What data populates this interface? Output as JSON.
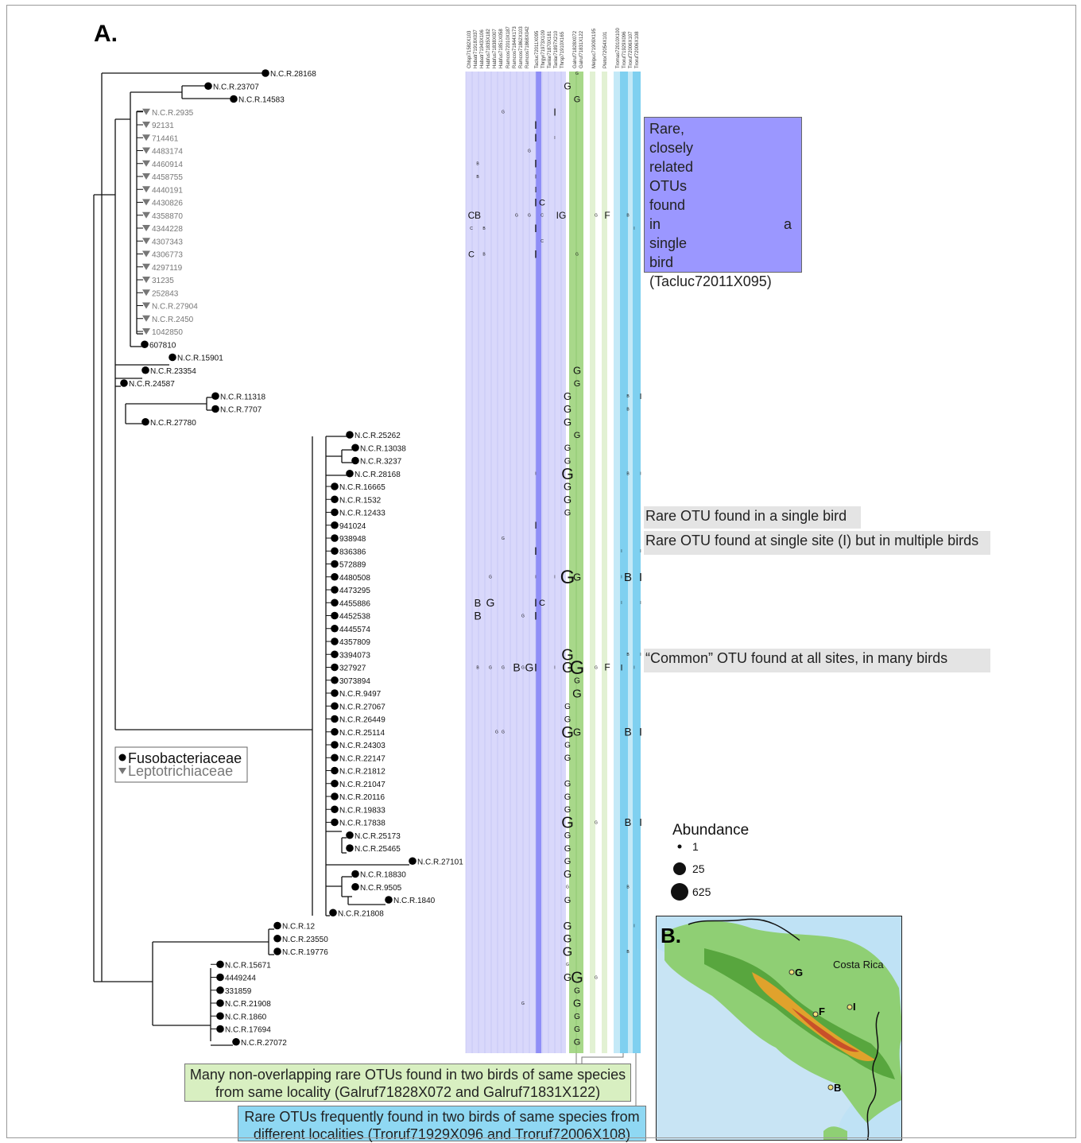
{
  "panel_a_label": "A.",
  "panel_b_label": "B.",
  "column_labels": [
    "Chlspi71582X103",
    "Habatr71918X037",
    "Habatr71943X106",
    "Habfus71835X182",
    "Habfus71838X007",
    "Habfus71851X058",
    "Ramcos72010X187",
    "Ramcos71844X173",
    "Ramcos71862X103",
    "Ramcos71868X042",
    "Tacluc72011X095",
    "Thrgyr71973X109",
    "Tanlar71870X181",
    "Tanlar71897X210",
    "Thrsp71910X165",
    "Galruf71828X072",
    "Galruf71831X122",
    "Melpuc71909X195",
    "Pletor72054X101",
    "Tromas72010X100",
    "Troruf71929X096",
    "Troruf72006X107",
    "Troruf72006X108"
  ],
  "tree_taxa": [
    {
      "label": "N.C.R.28168",
      "family": "Fuso"
    },
    {
      "label": "N.C.R.23707",
      "family": "Fuso"
    },
    {
      "label": "N.C.R.14583",
      "family": "Fuso"
    },
    {
      "label": "N.C.R.2935",
      "family": "Lepto"
    },
    {
      "label": "92131",
      "family": "Lepto"
    },
    {
      "label": "714461",
      "family": "Lepto"
    },
    {
      "label": "4483174",
      "family": "Lepto"
    },
    {
      "label": "4460914",
      "family": "Lepto"
    },
    {
      "label": "4458755",
      "family": "Lepto"
    },
    {
      "label": "4440191",
      "family": "Lepto"
    },
    {
      "label": "4430826",
      "family": "Lepto"
    },
    {
      "label": "4358870",
      "family": "Lepto"
    },
    {
      "label": "4344228",
      "family": "Lepto"
    },
    {
      "label": "4307343",
      "family": "Lepto"
    },
    {
      "label": "4306773",
      "family": "Lepto"
    },
    {
      "label": "4297119",
      "family": "Lepto"
    },
    {
      "label": "31235",
      "family": "Lepto"
    },
    {
      "label": "252843",
      "family": "Lepto"
    },
    {
      "label": "N.C.R.27904",
      "family": "Lepto"
    },
    {
      "label": "N.C.R.2450",
      "family": "Lepto"
    },
    {
      "label": "1042850",
      "family": "Lepto"
    },
    {
      "label": "607810",
      "family": "Fuso"
    },
    {
      "label": "N.C.R.15901",
      "family": "Fuso"
    },
    {
      "label": "N.C.R.23354",
      "family": "Fuso"
    },
    {
      "label": "N.C.R.24587",
      "family": "Fuso"
    },
    {
      "label": "N.C.R.11318",
      "family": "Fuso"
    },
    {
      "label": "N.C.R.7707",
      "family": "Fuso"
    },
    {
      "label": "N.C.R.27780",
      "family": "Fuso"
    },
    {
      "label": "N.C.R.25262",
      "family": "Fuso"
    },
    {
      "label": "N.C.R.13038",
      "family": "Fuso"
    },
    {
      "label": "N.C.R.3237",
      "family": "Fuso"
    },
    {
      "label": "N.C.R.28168",
      "family": "Fuso"
    },
    {
      "label": "N.C.R.16665",
      "family": "Fuso"
    },
    {
      "label": "N.C.R.1532",
      "family": "Fuso"
    },
    {
      "label": "N.C.R.12433",
      "family": "Fuso"
    },
    {
      "label": "941024",
      "family": "Fuso"
    },
    {
      "label": "938948",
      "family": "Fuso"
    },
    {
      "label": "836386",
      "family": "Fuso"
    },
    {
      "label": "572889",
      "family": "Fuso"
    },
    {
      "label": "4480508",
      "family": "Fuso"
    },
    {
      "label": "4473295",
      "family": "Fuso"
    },
    {
      "label": "4455886",
      "family": "Fuso"
    },
    {
      "label": "4452538",
      "family": "Fuso"
    },
    {
      "label": "4445574",
      "family": "Fuso"
    },
    {
      "label": "4357809",
      "family": "Fuso"
    },
    {
      "label": "3394073",
      "family": "Fuso"
    },
    {
      "label": "327927",
      "family": "Fuso"
    },
    {
      "label": "3073894",
      "family": "Fuso"
    },
    {
      "label": "N.C.R.9497",
      "family": "Fuso"
    },
    {
      "label": "N.C.R.27067",
      "family": "Fuso"
    },
    {
      "label": "N.C.R.26449",
      "family": "Fuso"
    },
    {
      "label": "N.C.R.25114",
      "family": "Fuso"
    },
    {
      "label": "N.C.R.24303",
      "family": "Fuso"
    },
    {
      "label": "N.C.R.22147",
      "family": "Fuso"
    },
    {
      "label": "N.C.R.21812",
      "family": "Fuso"
    },
    {
      "label": "N.C.R.21047",
      "family": "Fuso"
    },
    {
      "label": "N.C.R.20116",
      "family": "Fuso"
    },
    {
      "label": "N.C.R.19833",
      "family": "Fuso"
    },
    {
      "label": "N.C.R.17838",
      "family": "Fuso"
    },
    {
      "label": "N.C.R.25173",
      "family": "Fuso"
    },
    {
      "label": "N.C.R.25465",
      "family": "Fuso"
    },
    {
      "label": "N.C.R.27101",
      "family": "Fuso"
    },
    {
      "label": "N.C.R.18830",
      "family": "Fuso"
    },
    {
      "label": "N.C.R.9505",
      "family": "Fuso"
    },
    {
      "label": "N.C.R.1840",
      "family": "Fuso"
    },
    {
      "label": "N.C.R.21808",
      "family": "Fuso"
    },
    {
      "label": "N.C.R.12",
      "family": "Fuso"
    },
    {
      "label": "N.C.R.23550",
      "family": "Fuso"
    },
    {
      "label": "N.C.R.19776",
      "family": "Fuso"
    },
    {
      "label": "N.C.R.15671",
      "family": "Fuso"
    },
    {
      "label": "4449244",
      "family": "Fuso"
    },
    {
      "label": "331859",
      "family": "Fuso"
    },
    {
      "label": "N.C.R.21908",
      "family": "Fuso"
    },
    {
      "label": "N.C.R.1860",
      "family": "Fuso"
    },
    {
      "label": "N.C.R.17694",
      "family": "Fuso"
    },
    {
      "label": "N.C.R.27072",
      "family": "Fuso"
    }
  ],
  "matrix_marks": [
    {
      "row": 0,
      "col": 16,
      "ch": "G",
      "s": 5
    },
    {
      "row": 1,
      "col": 15,
      "ch": "G",
      "s": 12
    },
    {
      "row": 2,
      "col": 16,
      "ch": "G",
      "s": 11
    },
    {
      "row": 3,
      "col": 5,
      "ch": "G",
      "s": 5
    },
    {
      "row": 3,
      "col": 13,
      "ch": "I",
      "s": 13
    },
    {
      "row": 4,
      "col": 10,
      "ch": "I",
      "s": 14
    },
    {
      "row": 5,
      "col": 10,
      "ch": "I",
      "s": 14
    },
    {
      "row": 5,
      "col": 13,
      "ch": "I",
      "s": 5
    },
    {
      "row": 6,
      "col": 9,
      "ch": "G",
      "s": 5
    },
    {
      "row": 7,
      "col": 1,
      "ch": "B",
      "s": 5
    },
    {
      "row": 7,
      "col": 10,
      "ch": "I",
      "s": 14
    },
    {
      "row": 8,
      "col": 1,
      "ch": "B",
      "s": 5
    },
    {
      "row": 8,
      "col": 10,
      "ch": "I",
      "s": 7
    },
    {
      "row": 9,
      "col": 10,
      "ch": "I",
      "s": 10
    },
    {
      "row": 10,
      "col": 10,
      "ch": "I",
      "s": 14
    },
    {
      "row": 10,
      "col": 11,
      "ch": "C",
      "s": 11
    },
    {
      "row": 11,
      "col": 0,
      "ch": "C",
      "s": 12
    },
    {
      "row": 11,
      "col": 1,
      "ch": "B",
      "s": 12
    },
    {
      "row": 11,
      "col": 7,
      "ch": "G",
      "s": 5
    },
    {
      "row": 11,
      "col": 9,
      "ch": "G",
      "s": 5
    },
    {
      "row": 11,
      "col": 11,
      "ch": "C",
      "s": 5
    },
    {
      "row": 11,
      "col": 14,
      "ch": "IG",
      "s": 12
    },
    {
      "row": 11,
      "col": 18,
      "ch": "G",
      "s": 5
    },
    {
      "row": 11,
      "col": 19,
      "ch": "F",
      "s": 12
    },
    {
      "row": 11,
      "col": 21,
      "ch": "B",
      "s": 5
    },
    {
      "row": 12,
      "col": 0,
      "ch": "C",
      "s": 5
    },
    {
      "row": 12,
      "col": 2,
      "ch": "B",
      "s": 5
    },
    {
      "row": 12,
      "col": 10,
      "ch": "I",
      "s": 14
    },
    {
      "row": 12,
      "col": 22,
      "ch": "I",
      "s": 5
    },
    {
      "row": 13,
      "col": 11,
      "ch": "C",
      "s": 5
    },
    {
      "row": 14,
      "col": 0,
      "ch": "C",
      "s": 11
    },
    {
      "row": 14,
      "col": 2,
      "ch": "B",
      "s": 5
    },
    {
      "row": 14,
      "col": 10,
      "ch": "I",
      "s": 14
    },
    {
      "row": 14,
      "col": 16,
      "ch": "G",
      "s": 5
    },
    {
      "row": 23,
      "col": 16,
      "ch": "G",
      "s": 13
    },
    {
      "row": 24,
      "col": 16,
      "ch": "G",
      "s": 11
    },
    {
      "row": 25,
      "col": 15,
      "ch": "G",
      "s": 13
    },
    {
      "row": 25,
      "col": 21,
      "ch": "B",
      "s": 5
    },
    {
      "row": 25,
      "col": 23,
      "ch": "I",
      "s": 10
    },
    {
      "row": 26,
      "col": 15,
      "ch": "G",
      "s": 13
    },
    {
      "row": 26,
      "col": 21,
      "ch": "B",
      "s": 5
    },
    {
      "row": 27,
      "col": 15,
      "ch": "G",
      "s": 13
    },
    {
      "row": 28,
      "col": 16,
      "ch": "G",
      "s": 11
    },
    {
      "row": 29,
      "col": 15,
      "ch": "G",
      "s": 11
    },
    {
      "row": 30,
      "col": 15,
      "ch": "G",
      "s": 11
    },
    {
      "row": 31,
      "col": 15,
      "ch": "G",
      "s": 20
    },
    {
      "row": 31,
      "col": 10,
      "ch": "I",
      "s": 5
    },
    {
      "row": 31,
      "col": 21,
      "ch": "B",
      "s": 5
    },
    {
      "row": 31,
      "col": 23,
      "ch": "I",
      "s": 5
    },
    {
      "row": 32,
      "col": 15,
      "ch": "G",
      "s": 13
    },
    {
      "row": 33,
      "col": 15,
      "ch": "G",
      "s": 13
    },
    {
      "row": 34,
      "col": 15,
      "ch": "G",
      "s": 11
    },
    {
      "row": 35,
      "col": 10,
      "ch": "I",
      "s": 12
    },
    {
      "row": 36,
      "col": 5,
      "ch": "G",
      "s": 5
    },
    {
      "row": 37,
      "col": 10,
      "ch": "I",
      "s": 14
    },
    {
      "row": 37,
      "col": 20,
      "ch": "I",
      "s": 5
    },
    {
      "row": 37,
      "col": 23,
      "ch": "I",
      "s": 5
    },
    {
      "row": 39,
      "col": 3,
      "ch": "G",
      "s": 5
    },
    {
      "row": 39,
      "col": 10,
      "ch": "I",
      "s": 5
    },
    {
      "row": 39,
      "col": 13,
      "ch": "I",
      "s": 5
    },
    {
      "row": 39,
      "col": 15,
      "ch": "G",
      "s": 24
    },
    {
      "row": 39,
      "col": 16,
      "ch": "G",
      "s": 13
    },
    {
      "row": 39,
      "col": 20,
      "ch": "I",
      "s": 5
    },
    {
      "row": 39,
      "col": 21,
      "ch": "B",
      "s": 15
    },
    {
      "row": 39,
      "col": 23,
      "ch": "I",
      "s": 15
    },
    {
      "row": 41,
      "col": 1,
      "ch": "B",
      "s": 13
    },
    {
      "row": 41,
      "col": 3,
      "ch": "G",
      "s": 14
    },
    {
      "row": 41,
      "col": 10,
      "ch": "I",
      "s": 14
    },
    {
      "row": 41,
      "col": 11,
      "ch": "C",
      "s": 11
    },
    {
      "row": 41,
      "col": 20,
      "ch": "I",
      "s": 5
    },
    {
      "row": 41,
      "col": 23,
      "ch": "I",
      "s": 5
    },
    {
      "row": 42,
      "col": 1,
      "ch": "B",
      "s": 14
    },
    {
      "row": 42,
      "col": 8,
      "ch": "G",
      "s": 5
    },
    {
      "row": 42,
      "col": 10,
      "ch": "I",
      "s": 14
    },
    {
      "row": 45,
      "col": 15,
      "ch": "G",
      "s": 20
    },
    {
      "row": 45,
      "col": 21,
      "ch": "B",
      "s": 5
    },
    {
      "row": 45,
      "col": 23,
      "ch": "I",
      "s": 5
    },
    {
      "row": 46,
      "col": 1,
      "ch": "B",
      "s": 5
    },
    {
      "row": 46,
      "col": 3,
      "ch": "G",
      "s": 5
    },
    {
      "row": 46,
      "col": 5,
      "ch": "G",
      "s": 5
    },
    {
      "row": 46,
      "col": 7,
      "ch": "B",
      "s": 14
    },
    {
      "row": 46,
      "col": 8,
      "ch": "G",
      "s": 5
    },
    {
      "row": 46,
      "col": 9,
      "ch": "G",
      "s": 14
    },
    {
      "row": 46,
      "col": 10,
      "ch": "I",
      "s": 14
    },
    {
      "row": 46,
      "col": 13,
      "ch": "I",
      "s": 5
    },
    {
      "row": 46,
      "col": 15,
      "ch": "G",
      "s": 18
    },
    {
      "row": 46,
      "col": 16,
      "ch": "G",
      "s": 24
    },
    {
      "row": 46,
      "col": 18,
      "ch": "G",
      "s": 5
    },
    {
      "row": 46,
      "col": 19,
      "ch": "F",
      "s": 12
    },
    {
      "row": 46,
      "col": 20,
      "ch": "I",
      "s": 11
    },
    {
      "row": 46,
      "col": 22,
      "ch": "I",
      "s": 5
    },
    {
      "row": 47,
      "col": 16,
      "ch": "G",
      "s": 10
    },
    {
      "row": 48,
      "col": 16,
      "ch": "G",
      "s": 15
    },
    {
      "row": 49,
      "col": 15,
      "ch": "G",
      "s": 10
    },
    {
      "row": 50,
      "col": 15,
      "ch": "G",
      "s": 11
    },
    {
      "row": 51,
      "col": 4,
      "ch": "G",
      "s": 5
    },
    {
      "row": 51,
      "col": 5,
      "ch": "G",
      "s": 5
    },
    {
      "row": 51,
      "col": 15,
      "ch": "G",
      "s": 20
    },
    {
      "row": 51,
      "col": 16,
      "ch": "G",
      "s": 13
    },
    {
      "row": 51,
      "col": 21,
      "ch": "B",
      "s": 14
    },
    {
      "row": 51,
      "col": 23,
      "ch": "I",
      "s": 14
    },
    {
      "row": 52,
      "col": 15,
      "ch": "G",
      "s": 10
    },
    {
      "row": 53,
      "col": 15,
      "ch": "G",
      "s": 11
    },
    {
      "row": 55,
      "col": 15,
      "ch": "G",
      "s": 11
    },
    {
      "row": 56,
      "col": 15,
      "ch": "G",
      "s": 11
    },
    {
      "row": 57,
      "col": 15,
      "ch": "G",
      "s": 11
    },
    {
      "row": 58,
      "col": 15,
      "ch": "G",
      "s": 20
    },
    {
      "row": 58,
      "col": 18,
      "ch": "G",
      "s": 5
    },
    {
      "row": 58,
      "col": 21,
      "ch": "B",
      "s": 13
    },
    {
      "row": 58,
      "col": 23,
      "ch": "I",
      "s": 13
    },
    {
      "row": 59,
      "col": 15,
      "ch": "G",
      "s": 11
    },
    {
      "row": 60,
      "col": 15,
      "ch": "G",
      "s": 11
    },
    {
      "row": 61,
      "col": 15,
      "ch": "G",
      "s": 11
    },
    {
      "row": 62,
      "col": 15,
      "ch": "G",
      "s": 13
    },
    {
      "row": 63,
      "col": 15,
      "ch": "G",
      "s": 5
    },
    {
      "row": 63,
      "col": 21,
      "ch": "B",
      "s": 5
    },
    {
      "row": 64,
      "col": 15,
      "ch": "G",
      "s": 11
    },
    {
      "row": 66,
      "col": 15,
      "ch": "G",
      "s": 14
    },
    {
      "row": 66,
      "col": 22,
      "ch": "I",
      "s": 5
    },
    {
      "row": 67,
      "col": 15,
      "ch": "G",
      "s": 14
    },
    {
      "row": 68,
      "col": 15,
      "ch": "G",
      "s": 16
    },
    {
      "row": 68,
      "col": 21,
      "ch": "B",
      "s": 5
    },
    {
      "row": 69,
      "col": 15,
      "ch": "G",
      "s": 5
    },
    {
      "row": 70,
      "col": 15,
      "ch": "G",
      "s": 13
    },
    {
      "row": 70,
      "col": 16,
      "ch": "G",
      "s": 20
    },
    {
      "row": 70,
      "col": 18,
      "ch": "G",
      "s": 5
    },
    {
      "row": 71,
      "col": 16,
      "ch": "G",
      "s": 10
    },
    {
      "row": 72,
      "col": 8,
      "ch": "G",
      "s": 5
    },
    {
      "row": 72,
      "col": 16,
      "ch": "G",
      "s": 13
    },
    {
      "row": 73,
      "col": 16,
      "ch": "G",
      "s": 10
    },
    {
      "row": 74,
      "col": 16,
      "ch": "G",
      "s": 10
    },
    {
      "row": 75,
      "col": 16,
      "ch": "G",
      "s": 11
    }
  ],
  "callouts": {
    "rare_single_bird_tacluc": "Rare, closely related OTUs found in a single bird (Tacluc72011X095)",
    "rare_single_bird": "Rare OTU found in a single bird",
    "rare_single_site": "Rare OTU found at single site (I) but in multiple birds",
    "common_all_sites": "“Common” OTU found at all sites, in many birds",
    "galruf_note": "Many non-overlapping rare OTUs found in two birds of same species from same locality (Galruf71828X072 and Galruf71831X122)",
    "troruf_note": "Rare OTUs frequently found in two birds of same species from different localities (Troruf71929X096 and Troruf72006X108)"
  },
  "legend_families": {
    "fuso": "Fusobacteriaceae",
    "lepto": "Leptotrichiaceae"
  },
  "abundance_legend": {
    "title": "Abundance",
    "levels": [
      "1",
      "25",
      "625"
    ]
  },
  "map": {
    "country": "Costa Rica",
    "sites": [
      "G",
      "F",
      "I",
      "B"
    ]
  },
  "colors": {
    "purple_bg": "#d9d8fb",
    "purple_strong": "#8f8ef7",
    "green": "#a8d88a",
    "green_light": "#e2f1d3",
    "blue": "#7fd0f0",
    "blue_light": "#c4e9f7",
    "fuso": "#000000",
    "lepto": "#777777"
  }
}
